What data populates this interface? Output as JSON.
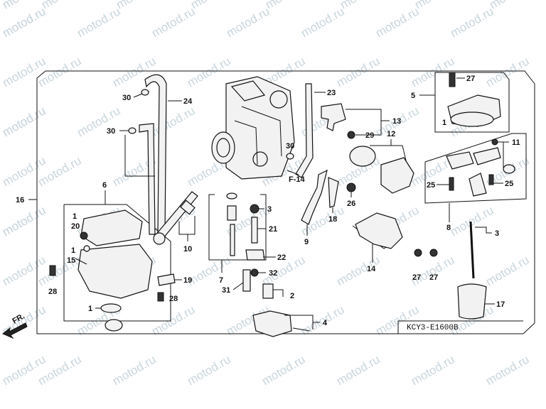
{
  "watermark": "motod.ru",
  "diagram_code": "KCY3-E1600B",
  "direction_marker": "FR.",
  "reference": "F-14",
  "callouts": {
    "c1a": "1",
    "c1b": "1",
    "c1c": "1",
    "c1d": "1",
    "c2": "2",
    "c3a": "3",
    "c3b": "3",
    "c4": "4",
    "c5": "5",
    "c6": "6",
    "c7": "7",
    "c8": "8",
    "c9": "9",
    "c10": "10",
    "c11": "11",
    "c12": "12",
    "c13": "13",
    "c14": "14",
    "c15": "15",
    "c16": "16",
    "c17": "17",
    "c18": "18",
    "c19": "19",
    "c20": "20",
    "c21": "21",
    "c22": "22",
    "c23": "23",
    "c24": "24",
    "c25a": "25",
    "c25b": "25",
    "c26": "26",
    "c27a": "27",
    "c27b": "27",
    "c27c": "27",
    "c28a": "28",
    "c28b": "28",
    "c29": "29",
    "c30a": "30",
    "c30b": "30",
    "c30c": "30",
    "c31": "31",
    "c32": "32"
  }
}
